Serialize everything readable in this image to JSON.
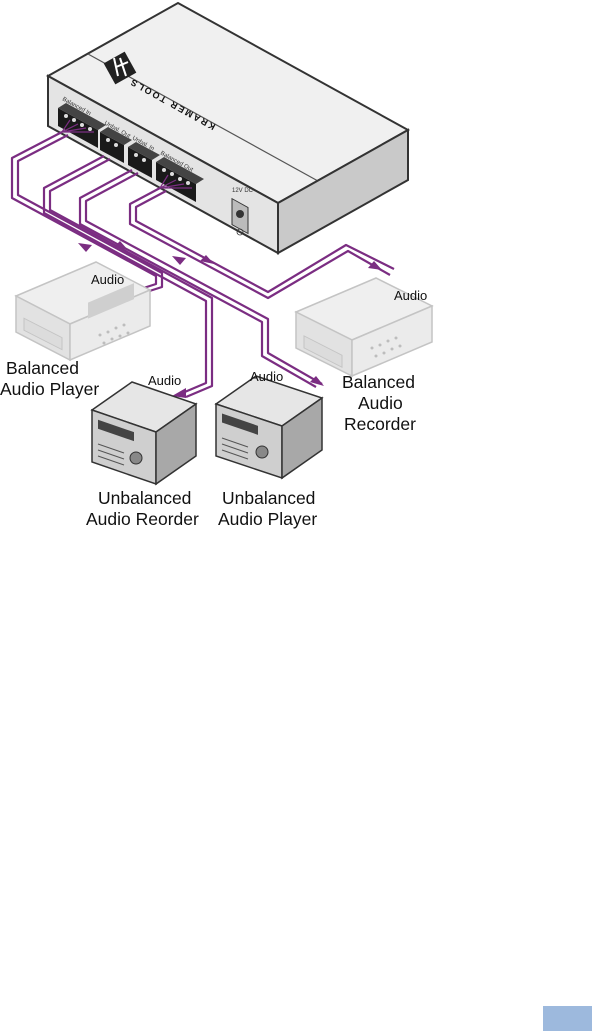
{
  "device": {
    "brand_text": "KRAMER TOOLS",
    "ports": [
      "Balanced In",
      "Unbal. Out",
      "Unbal. In",
      "Balanced Out"
    ],
    "power_label": "12V DC"
  },
  "cable_label": "Audio",
  "devices": {
    "balanced_player": [
      "Balanced",
      "Audio Player"
    ],
    "balanced_recorder": [
      "Balanced",
      "Audio",
      "Recorder"
    ],
    "unbalanced_recorder": [
      "Unbalanced",
      "Audio Reorder"
    ],
    "unbalanced_player": [
      "Unbalanced",
      "Audio Player"
    ]
  },
  "colors": {
    "cable": "#7b2d82",
    "device_body": "#f0f0f0",
    "device_outline": "#333333",
    "faded_device": "#d6d6d6",
    "dark_device": "#cfcfcf",
    "page_tab": "#9db9dd"
  }
}
